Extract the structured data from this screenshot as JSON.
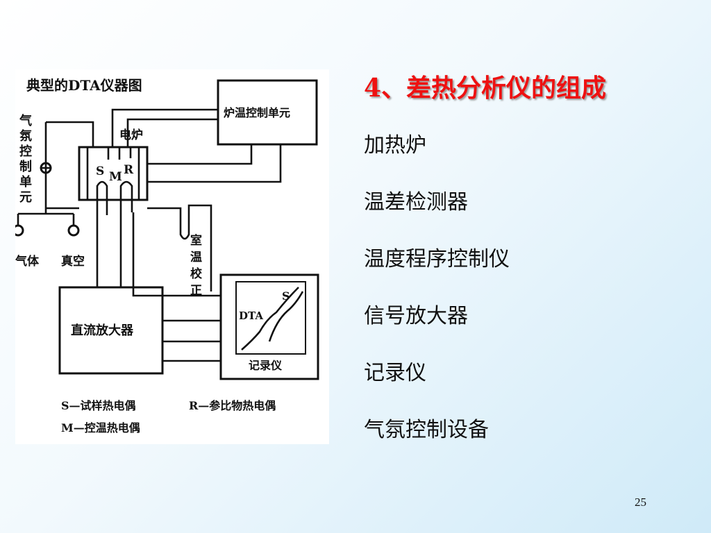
{
  "slide": {
    "title": "4、差热分析仪的组成",
    "components": [
      "加热炉",
      "温差检测器",
      "温度程序控制仪",
      "信号放大器",
      "记录仪",
      "气氛控制设备"
    ],
    "page_number": "25"
  },
  "diagram": {
    "caption": "典型的DTA仪器图",
    "furnace_label": "电炉",
    "furnace_control_unit": "炉温控制单元",
    "atmosphere_control_unit": [
      "气",
      "氛",
      "控",
      "制",
      "单",
      "元"
    ],
    "room_temp_correction": [
      "室",
      "温",
      "校",
      "正"
    ],
    "gas_label": "气体",
    "vacuum_label": "真空",
    "sample_letter": "S",
    "control_letter": "M",
    "reference_letter": "R",
    "dc_amplifier": "直流放大器",
    "recorder_label": "记录仪",
    "recorder_trace_label": "DTA",
    "recorder_trace_letter": "S",
    "legend_s": "S—试样热电偶",
    "legend_r": "R—参比物热电偶",
    "legend_m": "M—控温热电偶"
  }
}
